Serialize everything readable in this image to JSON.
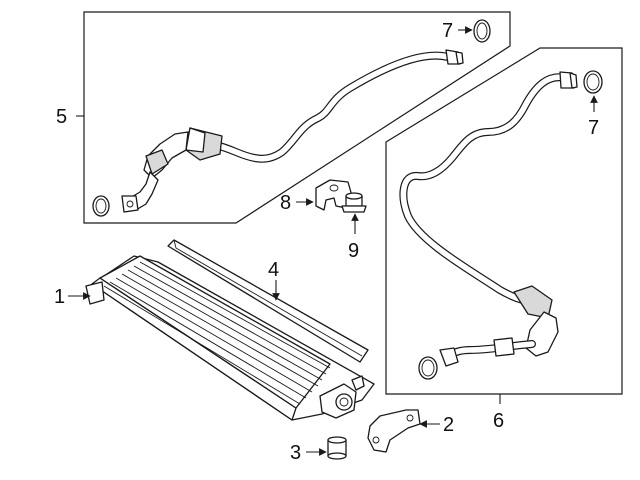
{
  "callouts": {
    "c1": "1",
    "c2": "2",
    "c3": "3",
    "c4": "4",
    "c5": "5",
    "c6": "6",
    "c7a": "7",
    "c7b": "7",
    "c8": "8",
    "c9": "9"
  },
  "colors": {
    "line": "#1a1a1a",
    "fill": "#ffffff",
    "shade": "#d9d9d9"
  }
}
